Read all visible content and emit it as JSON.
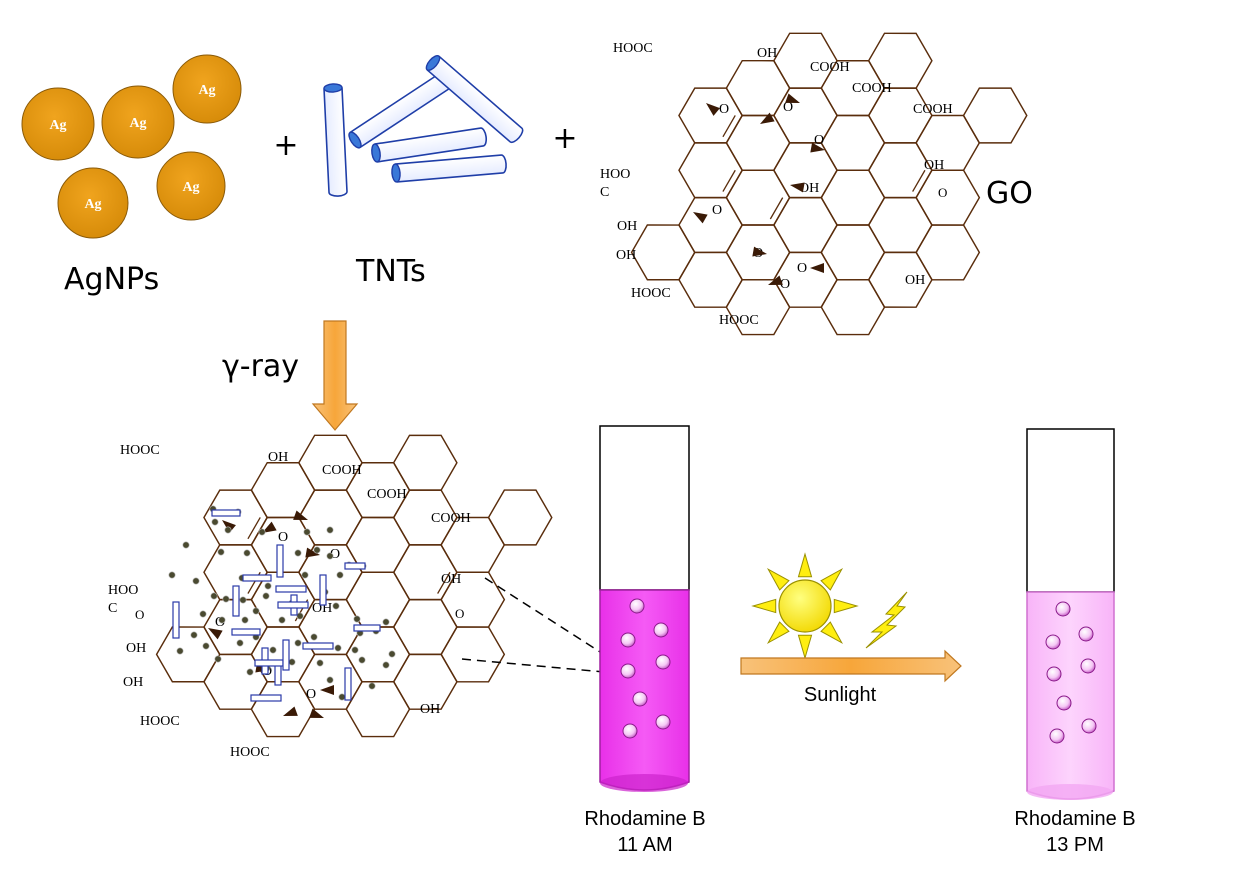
{
  "labels": {
    "agnps": "AgNPs",
    "tnts": "TNTs",
    "go": "GO",
    "plus": "+",
    "gamma_ray": "γ-ray",
    "sunlight": "Sunlight",
    "tube_left_name": "Rhodamine B",
    "tube_left_time": "11 AM",
    "tube_right_name": "Rhodamine B",
    "tube_right_time": "13 PM"
  },
  "ag_particle_label": "Ag",
  "chem": {
    "hooc": "HOOC",
    "cooh": "COOH",
    "oh": "OH",
    "o": "O",
    "hoo": "HOO",
    "c": "C"
  },
  "colors": {
    "ag_fill": "#E0960E",
    "tnt_stroke": "#1F3EA8",
    "bond": "#5A2D0C",
    "arrow_fill": "#F8B45C",
    "dye_dark": "#F03CF0",
    "dye_light": "#FCC6FC",
    "sun": "#FFEE10"
  }
}
